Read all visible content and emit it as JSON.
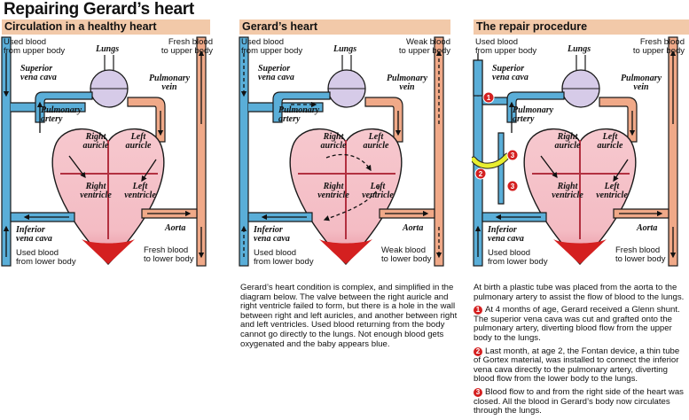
{
  "title": "Repairing Gerard’s heart",
  "panels": [
    {
      "header": "Circulation in a healthy heart",
      "labels": {
        "used_upper": "Used blood\nfrom upper body",
        "fresh_upper": "Fresh blood\nto upper body",
        "lungs": "Lungs",
        "svc": "Superior\nvena cava",
        "pulm_vein": "Pulmonary\nvein",
        "pulm_artery": "Pulmonary\nartery",
        "right_auricle": "Right\nauricle",
        "left_auricle": "Left\nauricle",
        "right_ventricle": "Right\nventricle",
        "left_ventricle": "Left\nventricle",
        "ivc": "Inferior\nvena cava",
        "aorta": "Aorta",
        "used_lower": "Used blood\nfrom lower body",
        "fresh_lower": "Fresh blood\nto lower body"
      }
    },
    {
      "header": "Gerard’s heart",
      "labels": {
        "used_upper": "Used blood\nfrom upper body",
        "weak_upper": "Weak blood\nto upper body",
        "lungs": "Lungs",
        "svc": "Superior\nvena cava",
        "pulm_vein": "Pulmonary\nvein",
        "pulm_artery": "Pulmonary\nartery",
        "right_auricle": "Right\nauricle",
        "left_auricle": "Left\nauricle",
        "right_ventricle": "Right\nventricle",
        "left_ventricle": "Left\nventricle",
        "ivc": "Inferior\nvena cava",
        "aorta": "Aorta",
        "used_lower": "Used blood\nfrom lower body",
        "weak_lower": "Weak blood\nto lower body"
      },
      "description": "Gerard’s heart condition is complex, and simplified in the diagram below. The valve between the right auricle and right ventricle failed to form, but there is a hole in the wall between right and left auricles, and another between right and left ventricles. Used blood returning from the body cannot go directly to the lungs. Not enough blood gets oxygenated and the baby appears blue."
    },
    {
      "header": "The repair procedure",
      "labels": {
        "used_upper": "Used blood\nfrom upper body",
        "fresh_upper": "Fresh blood\nto upper body",
        "lungs": "Lungs",
        "svc": "Superior\nvena cava",
        "pulm_vein": "Pulmonary\nvein",
        "pulm_artery": "Pulmonary\nartery",
        "right_auricle": "Right\nauricle",
        "left_auricle": "Left\nauricle",
        "right_ventricle": "Right\nventricle",
        "left_ventricle": "Left\nventricle",
        "ivc": "Inferior\nvena cava",
        "aorta": "Aorta",
        "used_lower": "Used blood\nfrom lower body",
        "fresh_lower": "Fresh blood\nto lower body"
      },
      "intro": "At birth a plastic tube was placed from the aorta to the pulmonary artery to assist the flow of blood to the lungs.",
      "steps": [
        {
          "num": "1",
          "text": "At 4 months of age, Gerard received a Glenn shunt. The superior vena cava was cut and grafted onto the pulmonary artery, diverting blood flow from the upper body to the lungs."
        },
        {
          "num": "2",
          "text": "Last month, at age 2, the Fontan device, a thin tube of Gortex material, was installed to connect the inferior vena cava directly to the pulmonary artery, diverting blood flow from the lower body to the lungs."
        },
        {
          "num": "3",
          "text": "Blood flow to and from the right side of the heart was closed. All the blood in Gerard’s body now circulates through the lungs."
        }
      ],
      "markers": [
        "1",
        "2",
        "3",
        "3"
      ]
    }
  ],
  "colors": {
    "header_bg": "#f2c9a9",
    "blue_vessel": "#5aaed8",
    "salmon_vessel": "#f0a988",
    "heart_fill": "#f4bcc4",
    "heart_bottom": "#d42020",
    "lung_fill": "#d6cbe8",
    "marker_red": "#d42020",
    "fontan_yellow": "#e8ee30"
  }
}
